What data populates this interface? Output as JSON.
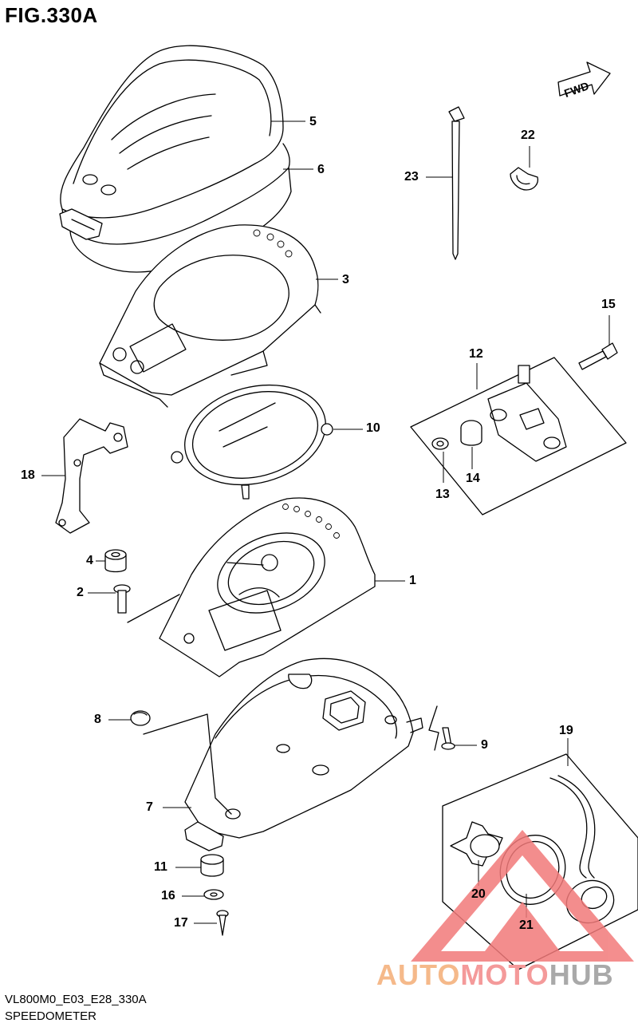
{
  "figure": {
    "title": "FIG.330A",
    "code": "VL800M0_E03_E28_330A",
    "name": "SPEEDOMETER",
    "fwd_label": "FWD"
  },
  "callouts": [
    {
      "id": "p1",
      "label": "1"
    },
    {
      "id": "p2",
      "label": "2"
    },
    {
      "id": "p3",
      "label": "3"
    },
    {
      "id": "p4",
      "label": "4"
    },
    {
      "id": "p5",
      "label": "5"
    },
    {
      "id": "p6",
      "label": "6"
    },
    {
      "id": "p7",
      "label": "7"
    },
    {
      "id": "p8",
      "label": "8"
    },
    {
      "id": "p9",
      "label": "9"
    },
    {
      "id": "p10",
      "label": "10"
    },
    {
      "id": "p11",
      "label": "11"
    },
    {
      "id": "p12",
      "label": "12"
    },
    {
      "id": "p13",
      "label": "13"
    },
    {
      "id": "p14",
      "label": "14"
    },
    {
      "id": "p15",
      "label": "15"
    },
    {
      "id": "p16",
      "label": "16"
    },
    {
      "id": "p17",
      "label": "17"
    },
    {
      "id": "p18",
      "label": "18"
    },
    {
      "id": "p19",
      "label": "19"
    },
    {
      "id": "p20",
      "label": "20"
    },
    {
      "id": "p21",
      "label": "21"
    },
    {
      "id": "p22",
      "label": "22"
    },
    {
      "id": "p23",
      "label": "23"
    }
  ],
  "watermark": {
    "part1": "AUTO",
    "part2": "MOTO",
    "part3": "HUB",
    "colors": {
      "part1": "#f5b98a",
      "part2": "#f49a9a",
      "part3": "#a9a9a9",
      "triangle": "#f27a7a"
    }
  }
}
